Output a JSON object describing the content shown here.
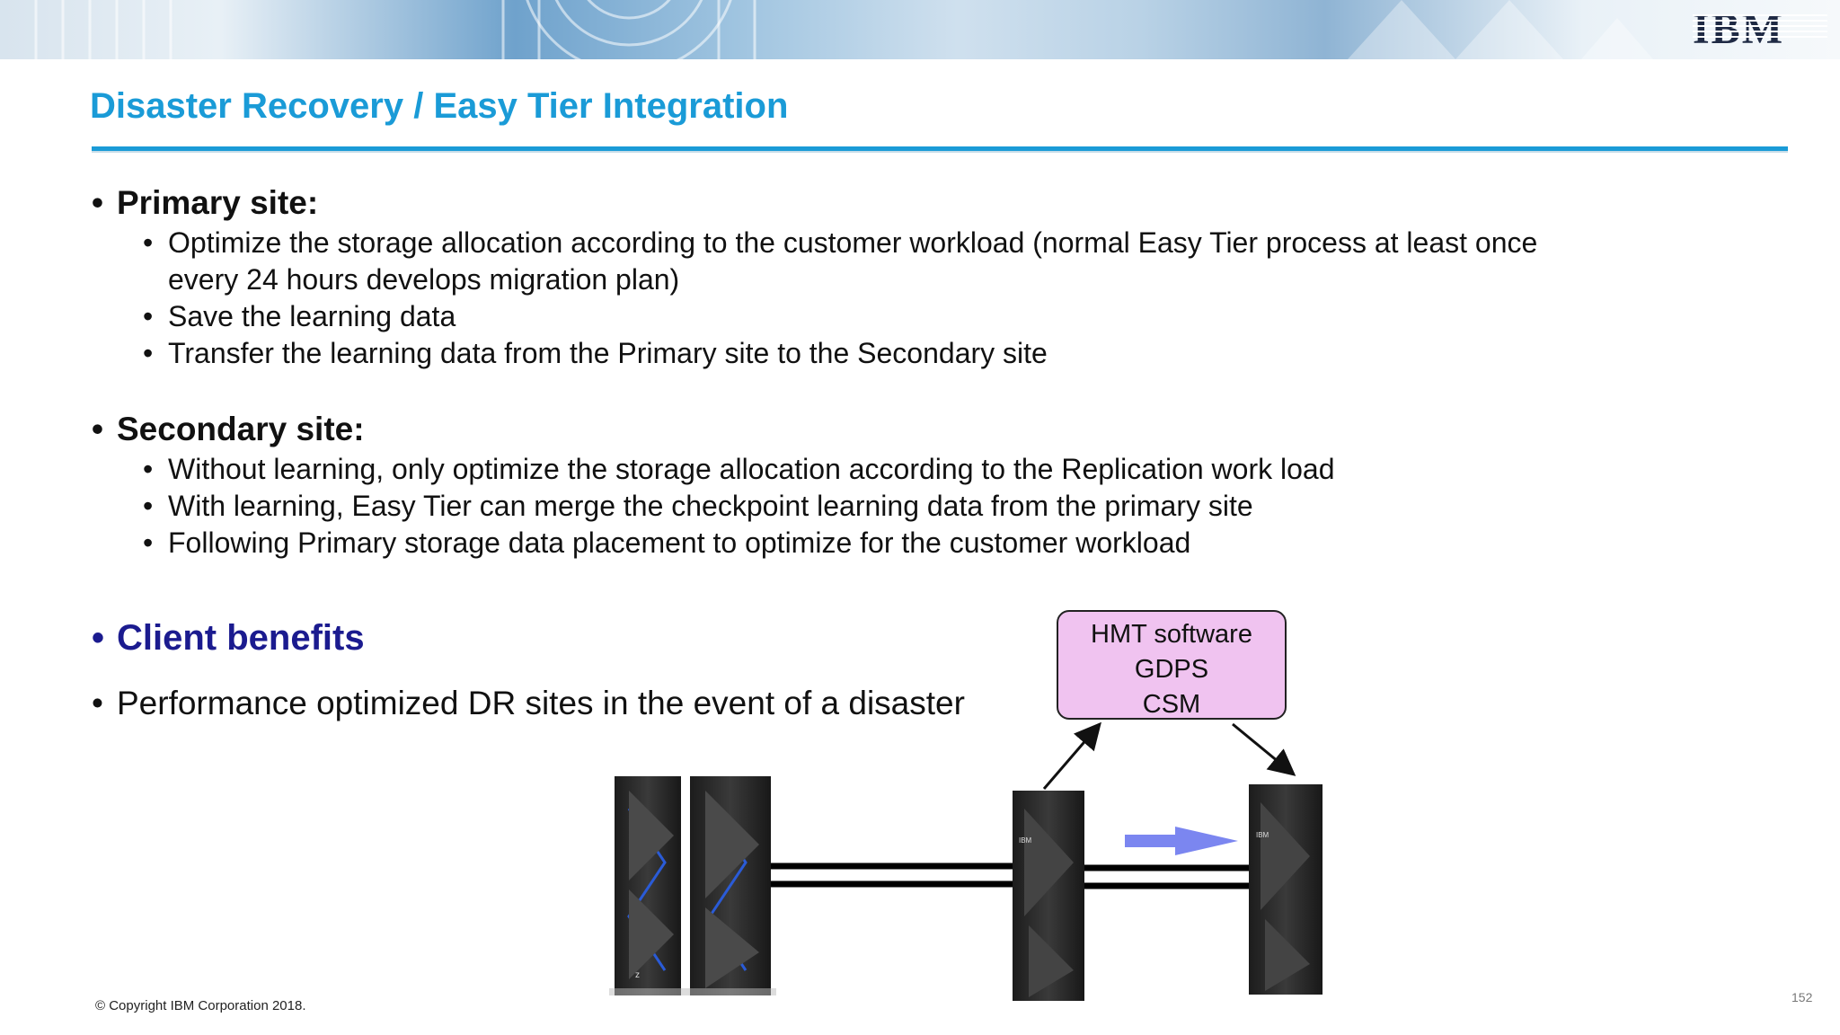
{
  "header": {
    "logo_text": "IBM",
    "title": "Disaster Recovery / Easy Tier Integration",
    "accent_color": "#1a9bd7"
  },
  "primary": {
    "heading": "Primary site:",
    "items": [
      "Optimize the storage allocation according to the customer workload (normal Easy Tier process at least once",
      "every 24 hours develops migration plan)",
      "Save the learning data",
      "Transfer the learning data from the Primary site to the Secondary site"
    ]
  },
  "secondary": {
    "heading": "Secondary site:",
    "items": [
      "Without learning, only optimize the storage allocation according to the Replication work load",
      "With learning, Easy Tier can merge the checkpoint learning data from the primary site",
      "Following Primary storage data placement to optimize for the customer workload"
    ]
  },
  "benefits": {
    "heading": "Client benefits",
    "item": "Performance optimized DR sites in the event of a disaster",
    "heading_color": "#1b1b8f"
  },
  "diagram": {
    "callout_lines": [
      "HMT software",
      "GDPS",
      "CSM"
    ],
    "callout_color": "#f0c3f0",
    "transfer_arrow_color": "#7b86f0",
    "mainframe_label": "z",
    "storage_label": "IBM"
  },
  "footer": {
    "copyright": "© Copyright IBM Corporation 2018.",
    "page_number": "152"
  }
}
